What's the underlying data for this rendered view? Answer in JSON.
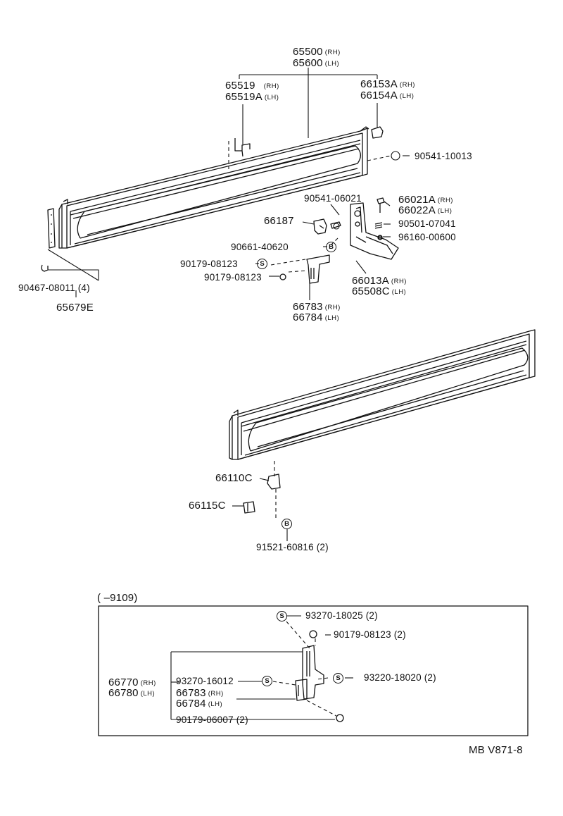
{
  "parts": {
    "p65500": "65500",
    "p65500_sfx": "(RH)",
    "p65600": "65600",
    "p65600_sfx": "(LH)",
    "p65519": "65519",
    "p65519_sfx": "(RH)",
    "p65519A": "65519A",
    "p65519A_sfx": "(LH)",
    "p66153A": "66153A",
    "p66153A_sfx": "(RH)",
    "p66154A": "66154A",
    "p66154A_sfx": "(LH)",
    "p90541_10013": "90541-10013",
    "p90541_06021": "90541-06021",
    "p66021A": "66021A",
    "p66021A_sfx": "(RH)",
    "p66022A": "66022A",
    "p66022A_sfx": "(LH)",
    "p66187": "66187",
    "p90501_07041": "90501-07041",
    "p96160_00600": "96160-00600",
    "p90661_40620": "90661-40620",
    "p90179_08123_a": "90179-08123",
    "p90179_08123_b": "90179-08123",
    "p90467_08011": "90467-08011 (4)",
    "p65679E": "65679E",
    "p66013A": "66013A",
    "p66013A_sfx": "(RH)",
    "p65508C": "65508C",
    "p65508C_sfx": "(LH)",
    "p66783_top": "66783",
    "p66783_top_sfx": "(RH)",
    "p66784_top": "66784",
    "p66784_top_sfx": "(LH)",
    "p66110C": "66110C",
    "p66115C": "66115C",
    "p91521_60816": "91521-60816 (2)"
  },
  "inset": {
    "range": "(      –9109)",
    "p93270_18025": "93270-18025 (2)",
    "p90179_08123": "90179-08123 (2)",
    "p93220_18020": "93220-18020 (2)",
    "p93270_16012": "93270-16012",
    "p66770": "66770",
    "p66770_sfx": "(RH)",
    "p66780": "66780",
    "p66780_sfx": "(LH)",
    "p66783": "66783",
    "p66783_sfx": "(RH)",
    "p66784": "66784",
    "p66784_sfx": "(LH)",
    "p90179_06007": "90179-06007 (2)"
  },
  "symbols": {
    "s": "S",
    "b": "B"
  },
  "footer": {
    "code": "MB V871-8"
  }
}
